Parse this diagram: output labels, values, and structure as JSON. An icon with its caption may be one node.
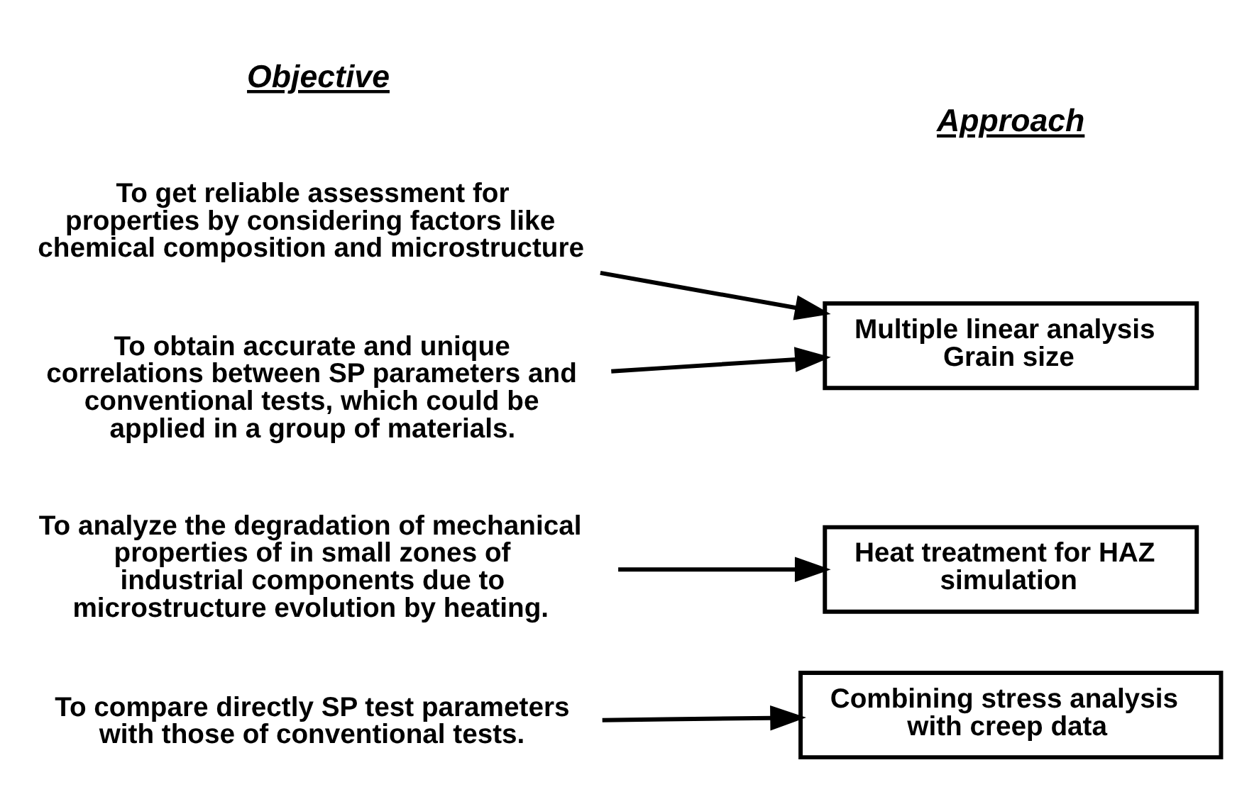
{
  "diagram": {
    "nodes": [
      {
        "text": [
          "To get reliable assessment for properties by considering factors like chemical composition and microstructure"
        ]
      },
      {
        "text": [
          "To obtain accurate and unique correlations between SP parameters and conventional tests, which could be applied in a group of materials."
        ]
      },
      {
        "text": [
          "Multiple linear analysis Grain size"
        ]
      },
      {
        "text": [
          "To analyze the degradation of mechanical properties of in small zones of industrial components due to microstructure evolution by heating."
        ]
      },
      {
        "text": [
          "Heat treatment for HAZ simulation"
        ]
      },
      {
        "text": [
          "To compare directly SP test parameters with those of conventional tests."
        ]
      },
      {
        "text": [
          "Combining stress analysis with creep data"
        ]
      }
    ],
    "edges": [
      {
        "from": 0,
        "to": 2,
        "arrow": "to"
      },
      {
        "from": 1,
        "to": 2,
        "arrow": "to"
      },
      {
        "from": 3,
        "to": 4,
        "arrow": "to"
      },
      {
        "from": 5,
        "to": 6,
        "arrow": "to"
      }
    ],
    "labels": [
      "Objective",
      "Approach"
    ]
  }
}
